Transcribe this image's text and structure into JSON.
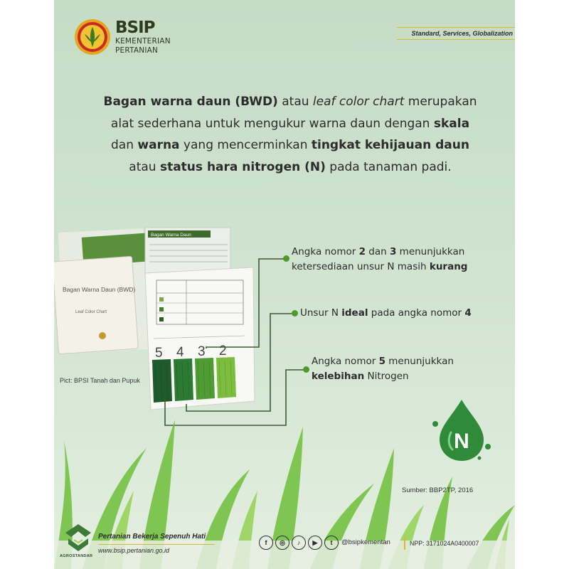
{
  "brand": {
    "name": "BSIP",
    "line1": "KEMENTERIAN",
    "line2": "PERTANIAN",
    "tagline": "Standard, Services, Globalization"
  },
  "intro": {
    "p1b": "Bagan warna daun (BWD)",
    "p2": " atau ",
    "p3i": "leaf color chart",
    "p4": " merupakan alat sederhana untuk mengukur warna daun dengan ",
    "p5b": "skala",
    "p6": " dan ",
    "p7b": "warna",
    "p8": " yang mencerminkan ",
    "p9b": "tingkat kehijauan daun",
    "p10": " atau ",
    "p11b": "status hara nitrogen (N)",
    "p12": " pada tanaman padi."
  },
  "photo": {
    "booklet_title": "Bagan Warna Daun (BWD)",
    "booklet_subtitle": "Leaf Color Chart",
    "open_page_title": "Bagan Warna Daun",
    "scale_numbers": [
      "5",
      "4",
      "3",
      "2"
    ],
    "caption": "Pict: BPSI Tanah dan Pupuk"
  },
  "callouts": {
    "c1": {
      "a": "Angka nomor ",
      "b1": "2",
      "c": " dan ",
      "b2": "3",
      "d": " menunjukkan ketersediaan unsur N masih ",
      "b3": "kurang"
    },
    "c2": {
      "a": "Unsur N ",
      "b1": "ideal",
      "c": " pada angka nomor ",
      "b2": "4"
    },
    "c3": {
      "a": "Angka nomor ",
      "b1": "5",
      "c": " menunjukkan ",
      "b2": "kelebihan",
      "d": " Nitrogen"
    }
  },
  "nitrogen_symbol": "N",
  "source": "Sumber: BBP2TP, 2016",
  "footer": {
    "agro_label": "AGROSTANDAR",
    "motto": "Pertanian Bekerja Sepenuh Hati",
    "website": "www.bsip.pertanian.go.id",
    "handle": "@bsipkementan",
    "npp": "NPP: 3171024A0400007",
    "social": [
      "f",
      "◎",
      "♪",
      "▶",
      "t"
    ]
  },
  "colors": {
    "background": "#cfe3cf",
    "accent_gold": "#e0b53a",
    "leaf_green": "#4b9a2d",
    "drop_green": "#2f8a3a"
  }
}
